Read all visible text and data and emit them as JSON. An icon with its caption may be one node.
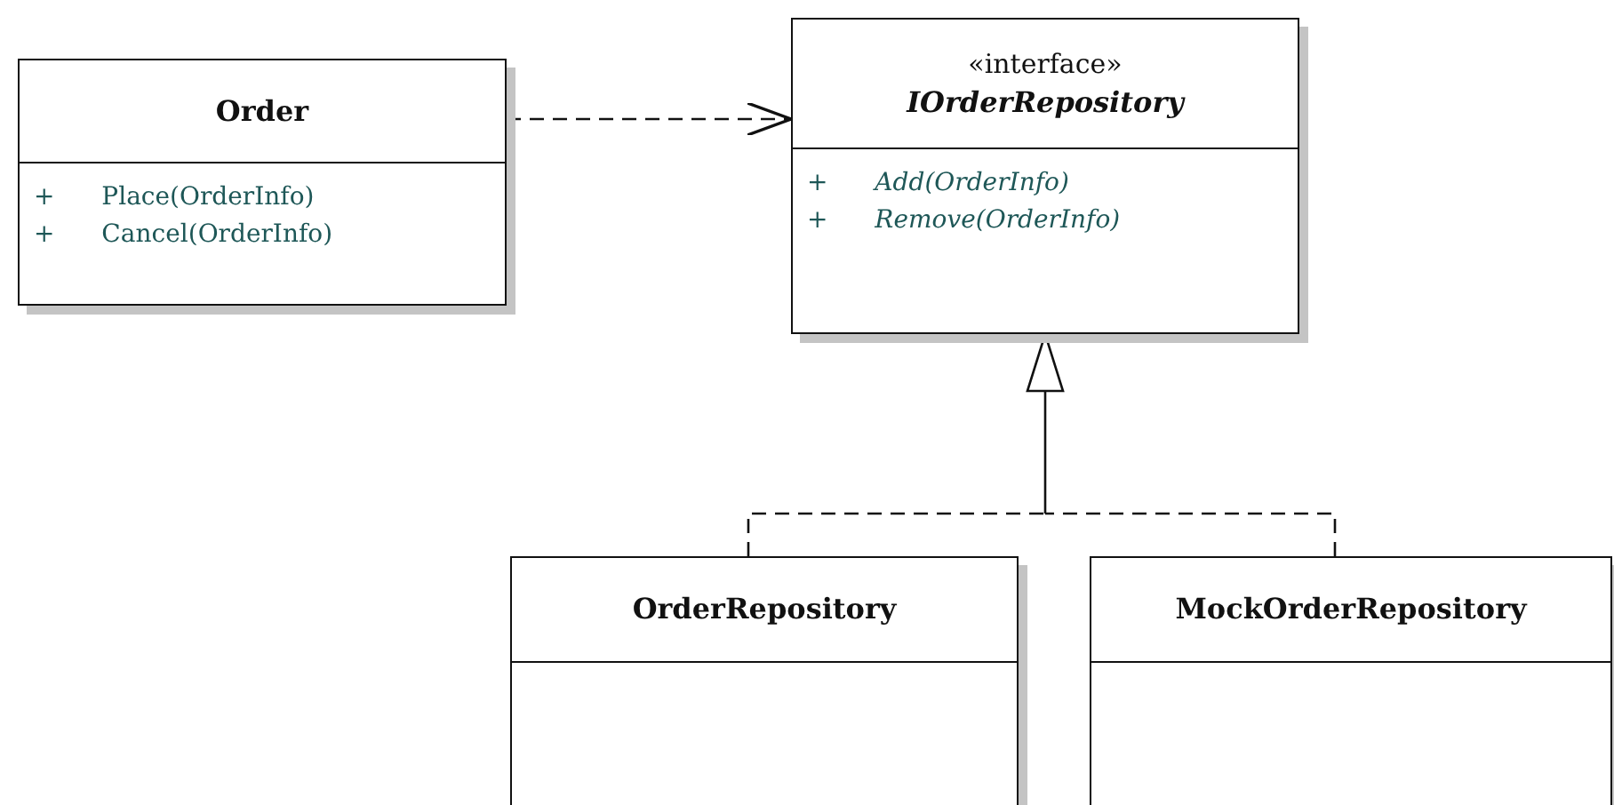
{
  "diagram": {
    "nodes": [
      {
        "text": [
          "Order",
          "+ Place(OrderInfo)",
          "+ Cancel(OrderInfo)"
        ]
      },
      {
        "text": [
          "«interface»",
          "IOrderRepository",
          "+ Add(OrderInfo)",
          "+ Remove(OrderInfo)"
        ]
      },
      {
        "text": [
          "OrderRepository"
        ]
      },
      {
        "text": [
          "MockOrderRepository"
        ]
      }
    ],
    "edges": [
      {
        "from": 0,
        "to": 1,
        "arrow": "to",
        "style": "dashed"
      },
      {
        "from": 2,
        "to": 1,
        "arrow": "to",
        "style": "dashed"
      },
      {
        "from": 3,
        "to": 1,
        "arrow": "to",
        "style": "dashed"
      }
    ]
  }
}
